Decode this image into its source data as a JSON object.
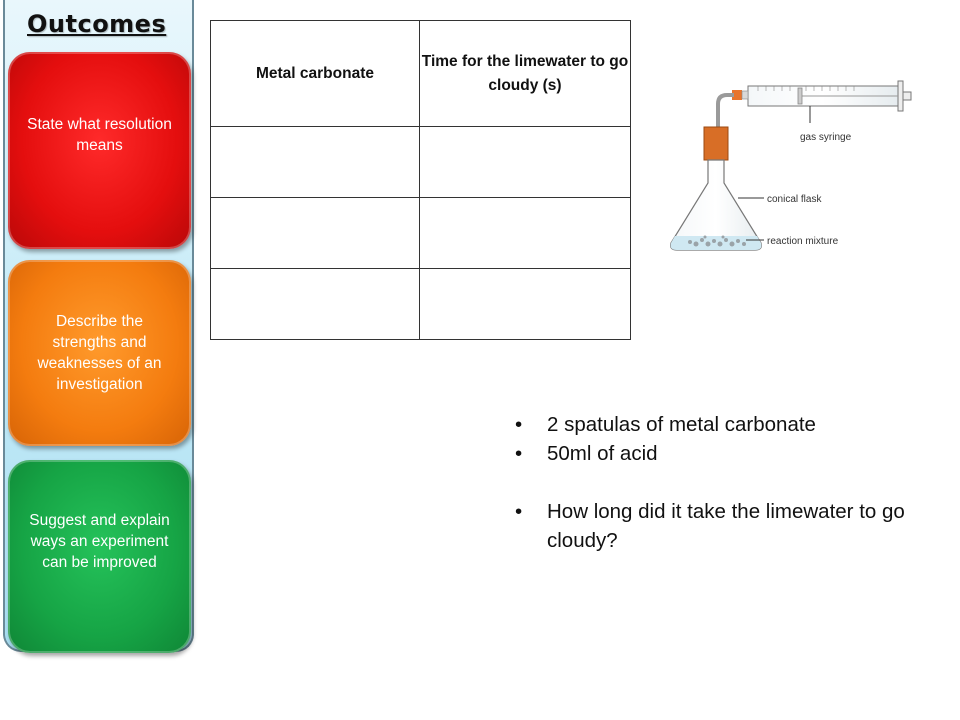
{
  "sidebar": {
    "title": "Outcomes",
    "outcomes": [
      {
        "text": "State what resolution means",
        "color": "#e40e0e"
      },
      {
        "text": "Describe the strengths and weaknesses of an investigation",
        "color": "#f47c0f"
      },
      {
        "text": "Suggest and explain ways an experiment can be improved",
        "color": "#16a445"
      }
    ]
  },
  "table": {
    "headers": [
      "Metal carbonate",
      "Time for the limewater to go cloudy (s)"
    ],
    "rows": [
      [
        "",
        ""
      ],
      [
        "",
        ""
      ],
      [
        "",
        ""
      ]
    ]
  },
  "apparatus": {
    "labels": {
      "syringe": "gas syringe",
      "flask": "conical flask",
      "mixture": "reaction mixture"
    }
  },
  "bullets": [
    "2 spatulas of metal carbonate",
    "50ml of acid",
    "How long did it take the limewater to go cloudy?"
  ]
}
